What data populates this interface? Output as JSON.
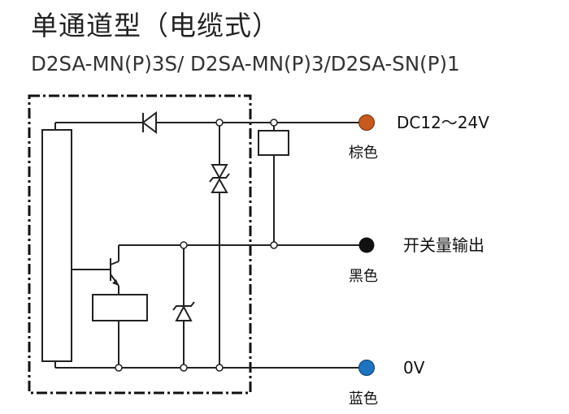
{
  "header": {
    "title": "单通道型（电缆式）",
    "subtitle": "D2SA-MN(P)3S/ D2SA-MN(P)3/D2SA-SN(P)1"
  },
  "terminals": [
    {
      "label": "DC12～24V",
      "color_label": "棕色",
      "color": "#c65a1e"
    },
    {
      "label": "开关量输出",
      "color_label": "黑色",
      "color": "#111111"
    },
    {
      "label": "0V",
      "color_label": "蓝色",
      "color": "#1e73be"
    }
  ],
  "colors": {
    "line": "#222222",
    "border": "#111111"
  }
}
